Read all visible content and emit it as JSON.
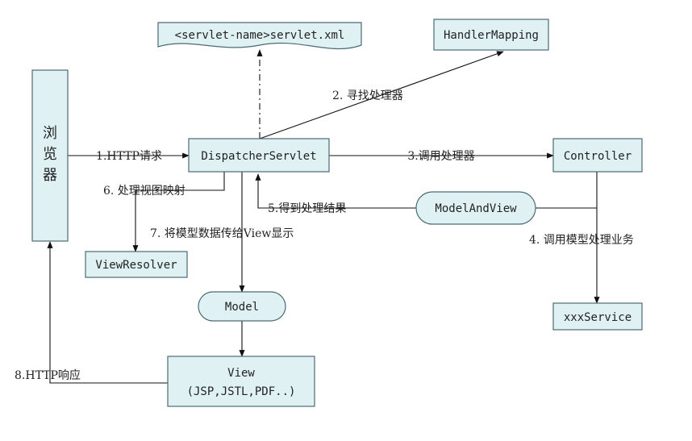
{
  "nodes": {
    "browser": "浏览器",
    "servlet_xml": "<servlet-name>servlet.xml",
    "handler_mapping": "HandlerMapping",
    "dispatcher": "DispatcherServlet",
    "controller": "Controller",
    "model_and_view": "ModelAndView",
    "view_resolver": "ViewResolver",
    "model": "Model",
    "service": "xxxService",
    "view_line1": "View",
    "view_line2": "(JSP,JSTL,PDF..)"
  },
  "edges": {
    "step1": "1.HTTP请求",
    "step2": "2.  寻找处理器",
    "step3": "3.调用处理器",
    "step4": "4.  调用模型处理业务",
    "step5": "5.得到处理结果",
    "step6": "6.  处理视图映射",
    "step7": "7.  将模型数据传给View显示",
    "step8": "8.HTTP响应"
  },
  "colors": {
    "box_fill": "#dff1f3",
    "box_stroke": "#4a6b75",
    "line": "#111111"
  }
}
